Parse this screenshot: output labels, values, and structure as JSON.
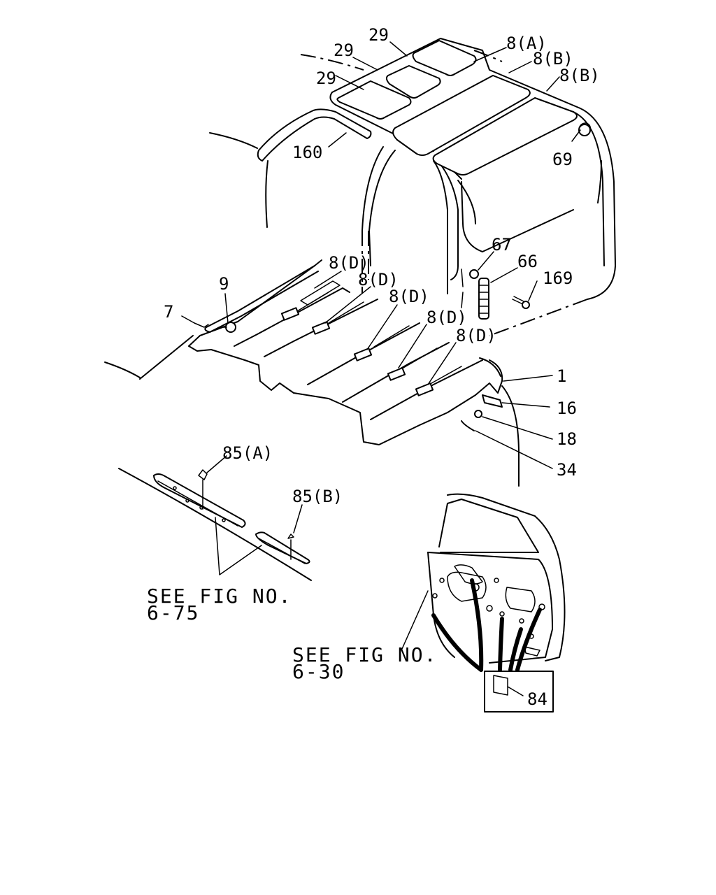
{
  "callouts": {
    "c29a": "29",
    "c29b": "29",
    "c29c": "29",
    "c8a": "8(A)",
    "c8b1": "8(B)",
    "c8b2": "8(B)",
    "c160": "160",
    "c69": "69",
    "c67": "67",
    "c66": "66",
    "c169": "169",
    "c9": "9",
    "c7": "7",
    "c8d1": "8(D)",
    "c8d2": "8(D)",
    "c8d3": "8(D)",
    "c8d4": "8(D)",
    "c8d5": "8(D)",
    "c1": "1",
    "c16": "16",
    "c18": "18",
    "c34": "34",
    "c85a": "85(A)",
    "c85b": "85(B)",
    "c84": "84"
  },
  "notes": {
    "fig675_line1": "SEE FIG NO.",
    "fig675_line2": "6-75",
    "fig630_line1": "SEE FIG NO.",
    "fig630_line2": "6-30"
  }
}
